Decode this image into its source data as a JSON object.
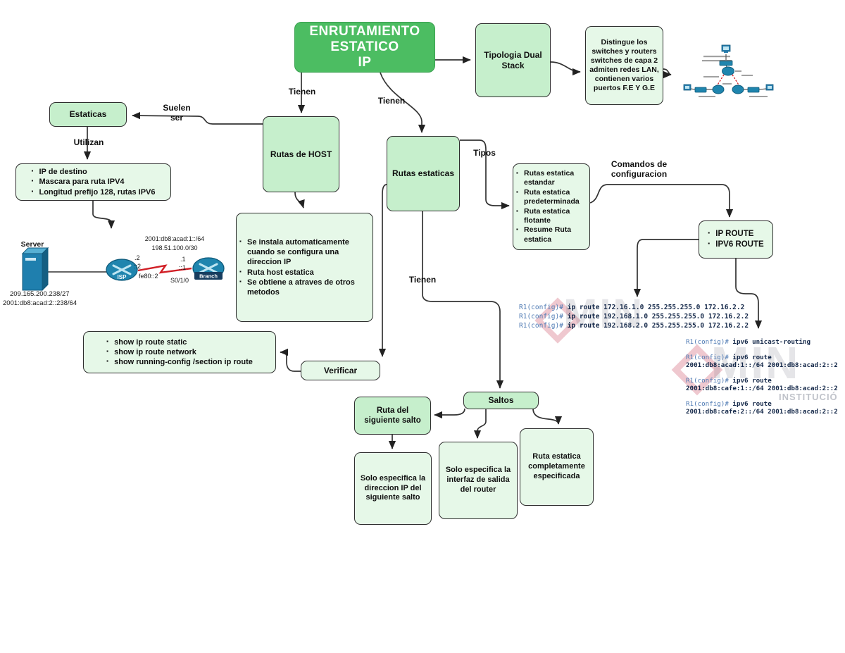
{
  "title": {
    "lines": [
      "ENRUTAMIENTO",
      "ESTATICO",
      "IP"
    ]
  },
  "nodes": {
    "tipologia": "Tipologia Dual Stack",
    "distingue": "Distingue los switches y routers switches de capa 2 admiten redes LAN, contienen varios puertos F.E Y G.E",
    "estaticas": "Estaticas",
    "utilizan_items": [
      "IP de destino",
      "Mascara para ruta IPV4",
      "Longitud prefijo 128, rutas IPV6"
    ],
    "rutas_host": "Rutas de HOST",
    "host_items": [
      "Se instala automaticamente cuando se configura una direccion IP",
      "Ruta host estatica",
      "Se obtiene a atraves de otros metodos"
    ],
    "rutas_estaticas": "Rutas estaticas",
    "tipos_items": [
      "Rutas estatica estandar",
      "Ruta estatica predeterminada",
      "Ruta estatica flotante",
      "Resume Ruta estatica"
    ],
    "comandos_items": [
      "IP ROUTE",
      "IPV6 ROUTE"
    ],
    "verificar": "Verificar",
    "verificar_items": [
      "show ip route static",
      "show ip route network",
      "show running-config /section ip route"
    ],
    "saltos": "Saltos",
    "ruta_siguiente": "Ruta del siguiente salto",
    "solo_ip": "Solo especifica la direccion IP del siguiente salto",
    "solo_interfaz": "Solo especifica la interfaz de salida del router",
    "ruta_completa": "Ruta estatica completamente especificada"
  },
  "edge_labels": {
    "tienen_1": "Tienen",
    "tienen_2": "Tienen",
    "tienen_3": "Tienen",
    "suelen_ser": "Suelen ser",
    "utilizan": "Utilizan",
    "tipos": "Tipos",
    "comandos": "Comandos de configuracion"
  },
  "network_diagram": {
    "server_label": "Server",
    "server_ip_v4": "209.165.200.238/27",
    "server_ip_v6": "2001:db8:acad:2::238/64",
    "subnet_v6": "2001:db8:acad:1::/64",
    "subnet_v4": "198.51.100.0/30",
    "isp_label": "ISP",
    "branch_label": "Branch",
    "isp_port_v4": ".2",
    "isp_port_v6": "::2",
    "isp_link_local": "fe80::2",
    "branch_port_v4": ".1",
    "branch_port_v6": "::1",
    "branch_interface": "S0/1/0"
  },
  "code_ipv4": {
    "lines": [
      {
        "prompt": "R1(config)#",
        "cmd": "ip route 172.16.1.0 255.255.255.0 172.16.2.2"
      },
      {
        "prompt": "R1(config)#",
        "cmd": "ip route 192.168.1.0 255.255.255.0 172.16.2.2"
      },
      {
        "prompt": "R1(config)#",
        "cmd": "ip route 192.168.2.0 255.255.255.0 172.16.2.2"
      }
    ]
  },
  "code_ipv6": {
    "lines": [
      {
        "prompt": "R1(config)#",
        "cmd": "ipv6 unicast-routing",
        "args": ""
      },
      {
        "prompt": "R1(config)#",
        "cmd": "ipv6 route",
        "args": "2001:db8:acad:1::/64 2001:db8:acad:2::2"
      },
      {
        "prompt": "R1(config)#",
        "cmd": "ipv6 route",
        "args": "2001:db8:cafe:1::/64 2001:db8:acad:2::2"
      },
      {
        "prompt": "R1(config)#",
        "cmd": "ipv6 route",
        "args": "2001:db8:cafe:2::/64 2001:db8:acad:2::2"
      }
    ]
  },
  "watermark": {
    "letters": "MIN",
    "caption": "INSTITUCIÓ"
  },
  "colors": {
    "title_green": "#4cbd62",
    "node_green": "#c6efcc",
    "panel_green": "#e6f8e8",
    "border": "#2e2e2e",
    "code_blue": "#15294a",
    "link_red": "#d11f26",
    "cisco_teal": "#1f85ae"
  }
}
